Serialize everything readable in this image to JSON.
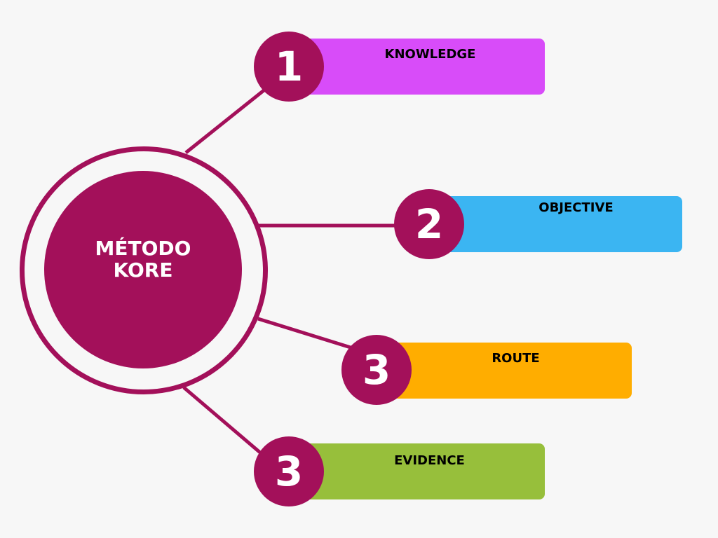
{
  "center": {
    "title": "MÉTODO KORE"
  },
  "colors": {
    "primary": "#a3105a",
    "knowledge": "#d84cf9",
    "objective": "#3bb5f2",
    "route": "#ffad00",
    "evidence": "#97bf3b"
  },
  "items": [
    {
      "number": "1",
      "label": "KNOWLEDGE"
    },
    {
      "number": "2",
      "label": "OBJECTIVE"
    },
    {
      "number": "3",
      "label": "ROUTE"
    },
    {
      "number": "3",
      "label": "EVIDENCE"
    }
  ]
}
